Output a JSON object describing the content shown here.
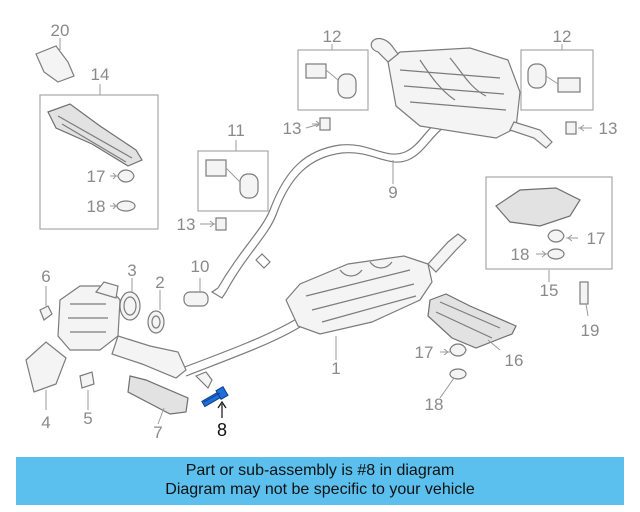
{
  "callouts": {
    "c1": "1",
    "c2": "2",
    "c3": "3",
    "c4": "4",
    "c5": "5",
    "c6": "6",
    "c7": "7",
    "c8": "8",
    "c9": "9",
    "c10": "10",
    "c11": "11",
    "c12a": "12",
    "c12b": "12",
    "c13a": "13",
    "c13b": "13",
    "c13c": "13",
    "c14": "14",
    "c15": "15",
    "c16": "16",
    "c17a": "17",
    "c17b": "17",
    "c17c": "17",
    "c18a": "18",
    "c18b": "18",
    "c18c": "18",
    "c19": "19",
    "c20": "20"
  },
  "highlight_part": "8",
  "banner": {
    "line1": "Part or sub-assembly is #8 in diagram",
    "line2": "Diagram may not be specific to your vehicle"
  },
  "colors": {
    "banner": "#5bc0ee",
    "callout_text": "#8a8a8a",
    "highlight_part": "#1e6fd9"
  }
}
